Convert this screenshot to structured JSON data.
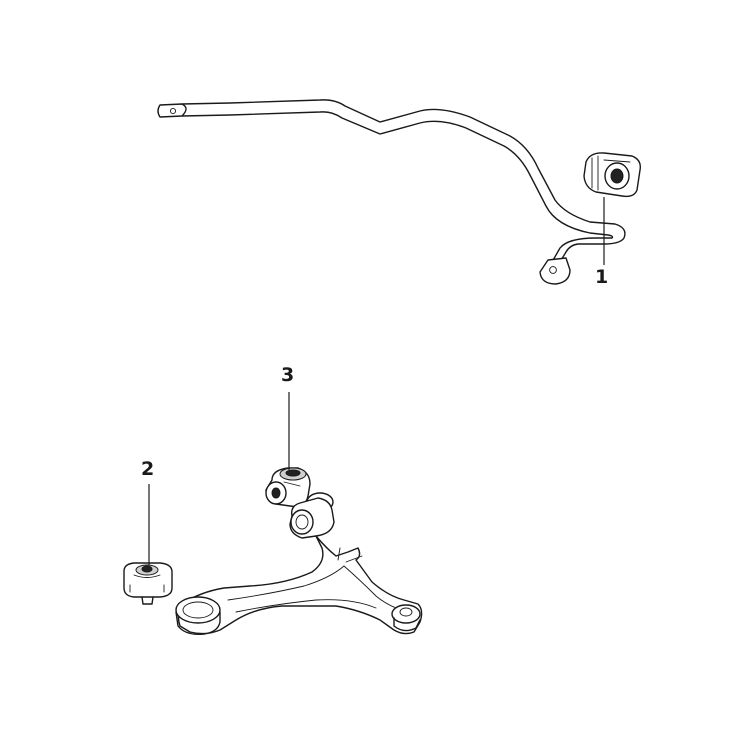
{
  "callouts": {
    "part_1": "1",
    "part_2": "2",
    "part_3": "3"
  },
  "colors": {
    "ink": "#1a1a1a",
    "background": "#ffffff"
  }
}
